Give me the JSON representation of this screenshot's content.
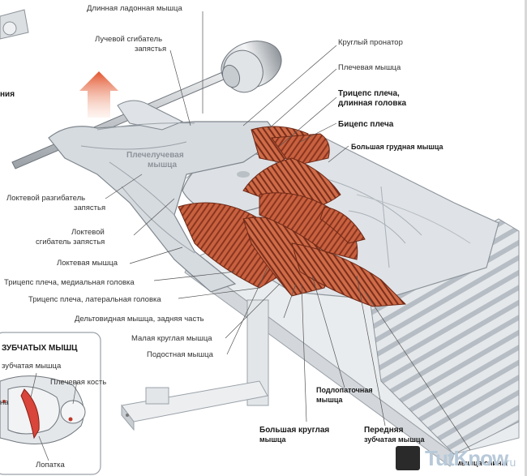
{
  "labels": {
    "dlinnaya": "Длинная ладонная мышца",
    "luchevoy1": "Лучевой сгибатель",
    "luchevoy2": "запястья",
    "krugly_pronator": "Круглый пронатор",
    "plechevaya": "Плечевая мышца",
    "triceps_long1": "Трицепс плеча,",
    "triceps_long2": "длинная головка",
    "biceps": "Бицепс плеча",
    "bolshaya_grudnaya": "Большая грудная мышца",
    "plecheluch1": "Плечелучевая",
    "plecheluch2": "мышца",
    "left_cut": "ния",
    "lokt_razg1": "Локтевой разгибатель",
    "lokt_razg2": "запястья",
    "lokt_sgib1": "Локтевой",
    "lokt_sgib2": "сгибатель запястья",
    "loktevaya": "Локтевая мышца",
    "triceps_med": "Трицепс плеча, медиальная головка",
    "triceps_lat": "Трицепс плеча, латеральная головка",
    "deltoid": "Дельтовидная мышца, задняя часть",
    "malaya_kruglaya": "Малая круглая мышца",
    "podostnaya": "Подостная мышца",
    "podlopat1": "Подлопаточная",
    "podlopat2": "мышца",
    "bolshaya_kr1": "Большая круглая",
    "bolshaya_kr2": "мышца",
    "perednyaya1": "Передняя",
    "perednyaya2": "зубчатая мышца",
    "shirochaishaya": "мышца спины"
  },
  "inset": {
    "title": "ЗУБЧАТЫХ МЫШЦ",
    "zubch": "зубчатая мышца",
    "plech_kost": "Плечевая кость",
    "left_a": "на",
    "lopatka": "Лопатка"
  },
  "logo": {
    "brand": "TutKnow",
    "tld": ".ru"
  },
  "colors": {
    "muscle": "#c8613f",
    "muscle_dark": "#7a2e1c",
    "skin": "#d9dde2",
    "skin_shadow": "#a9b0b8",
    "arrow": "#e2552e",
    "bench": "#eceeef"
  }
}
